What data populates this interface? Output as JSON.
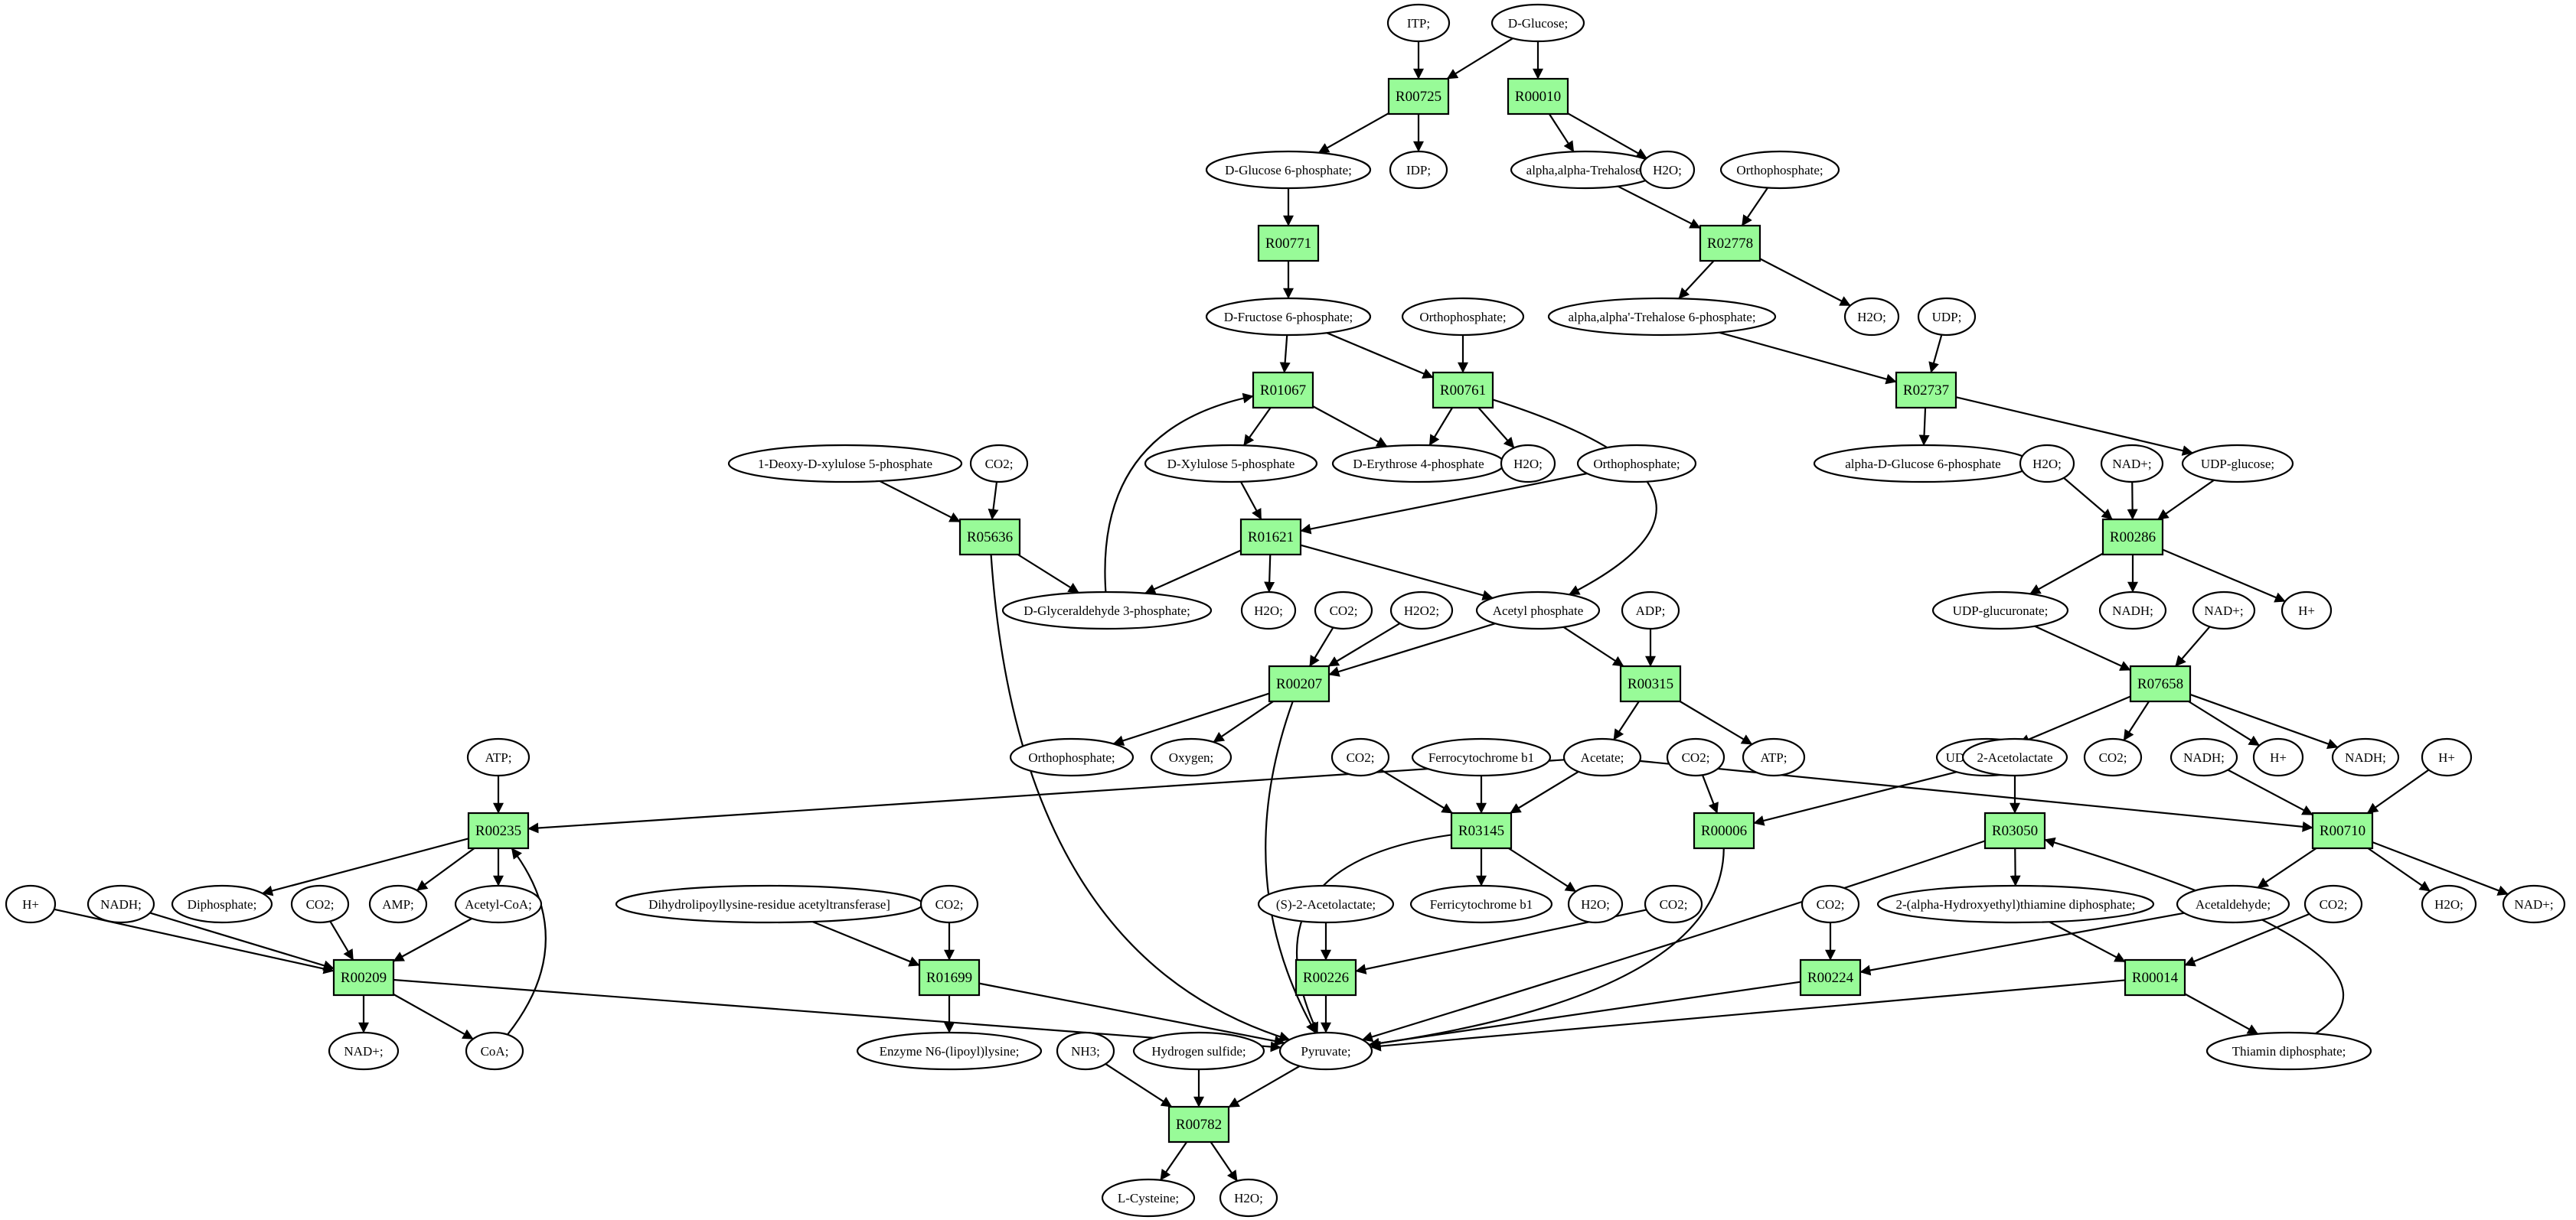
{
  "diagram": {
    "colors": {
      "reaction": "#98fb98",
      "source": "#00ff00",
      "target": "#ffff00",
      "compound": "#ffffff",
      "stroke": "#000000"
    },
    "reactions": {
      "r00725": "R00725",
      "r00010": "R00010",
      "r00771": "R00771",
      "r02778": "R02778",
      "r01067": "R01067",
      "r00761": "R00761",
      "r02737": "R02737",
      "r05636": "R05636",
      "r01621": "R01621",
      "r00286": "R00286",
      "r00207": "R00207",
      "r00315": "R00315",
      "r07658": "R07658",
      "r00235": "R00235",
      "r03145": "R03145",
      "r00006": "R00006",
      "r03050": "R03050",
      "r00710": "R00710",
      "r00209": "R00209",
      "r01699": "R01699",
      "r00226": "R00226",
      "r00224": "R00224",
      "r00014": "R00014",
      "r00782": "R00782"
    },
    "compounds": {
      "itp": "ITP;",
      "d_glucose": "D-Glucose;",
      "d_glucose_6p": "D-Glucose 6-phosphate;",
      "idp": "IDP;",
      "trehalose": "alpha,alpha-Trehalose;",
      "h2o_r00010": "H2O;",
      "orthophosphate_r02778": "Orthophosphate;",
      "d_fructose_6p": "D-Fructose 6-phosphate;",
      "orthophosphate_r00761": "Orthophosphate;",
      "trehalose_6p": "alpha,alpha'-Trehalose 6-phosphate;",
      "h2o_r02778": "H2O;",
      "udp": "UDP;",
      "d_xylulose_5p": "D-Xylulose 5-phosphate",
      "d_erythrose_4p": "D-Erythrose 4-phosphate",
      "h2o_r00761": "H2O;",
      "orthophosphate_r01621": "Orthophosphate;",
      "alpha_d_glucose_6p": "alpha-D-Glucose 6-phosphate",
      "udp_glucose": "UDP-glucose;",
      "deoxy_xylulose_5p": "1-Deoxy-D-xylulose 5-phosphate",
      "co2_r05636": "CO2;",
      "h2o_r00286": "H2O;",
      "nad_r00286": "NAD+;",
      "g3p": "D-Glyceraldehyde 3-phosphate;",
      "h2o_r01621": "H2O;",
      "co2_r00207": "CO2;",
      "h2o2": "H2O2;",
      "acetyl_phosphate": "Acetyl phosphate",
      "adp": "ADP;",
      "udp_glucuronate": "UDP-glucuronate;",
      "nadh_r00286": "NADH;",
      "h_r00286": "H+",
      "nad_r07658": "NAD+;",
      "orthophosphate_r00207": "Orthophosphate;",
      "oxygen": "Oxygen;",
      "atp_r00235": "ATP;",
      "co2_r03145": "CO2;",
      "ferrocytochrome": "Ferrocytochrome b1",
      "acetate": "Acetate;",
      "co2_r00006": "CO2;",
      "atp_r00315": "ATP;",
      "udp_l_ara4o": "UDP-L-Ara4O;",
      "acetolactate": "2-Acetolactate",
      "co2_r07658": "CO2;",
      "nadh_r00710": "NADH;",
      "h_r07658": "H+",
      "nadh_r07658": "NADH;",
      "h_r00710": "H+",
      "h_r00209": "H+",
      "nadh_r00209": "NADH;",
      "diphosphate": "Diphosphate;",
      "co2_r00209": "CO2;",
      "amp": "AMP;",
      "acetyl_coa": "Acetyl-CoA;",
      "dihydrolipoyl": "Dihydrolipoyllysine-residue acetyltransferase]",
      "co2_r01699": "CO2;",
      "s_acetolactate": "(S)-2-Acetolactate;",
      "ferricytochrome": "Ferricytochrome b1",
      "h2o_r03145": "H2O;",
      "co2_r00226": "CO2;",
      "hydroxyethyl_tpp": "2-(alpha-Hydroxyethyl)thiamine diphosphate;",
      "acetaldehyde": "Acetaldehyde;",
      "co2_r00014": "CO2;",
      "h2o_r00710": "H2O;",
      "nad_r00710": "NAD+;",
      "co2_r00224": "CO2;",
      "nad_r00209": "NAD+;",
      "coa": "CoA;",
      "enzyme_lipoyl": "Enzyme N6-(lipoyl)lysine;",
      "pyruvate": "Pyruvate;",
      "thiamin_diphosphate": "Thiamin diphosphate;",
      "nh3": "NH3;",
      "hydrogen_sulfide": "Hydrogen sulfide;",
      "l_cysteine": "L-Cysteine;",
      "h2o_r00782": "H2O;"
    }
  }
}
